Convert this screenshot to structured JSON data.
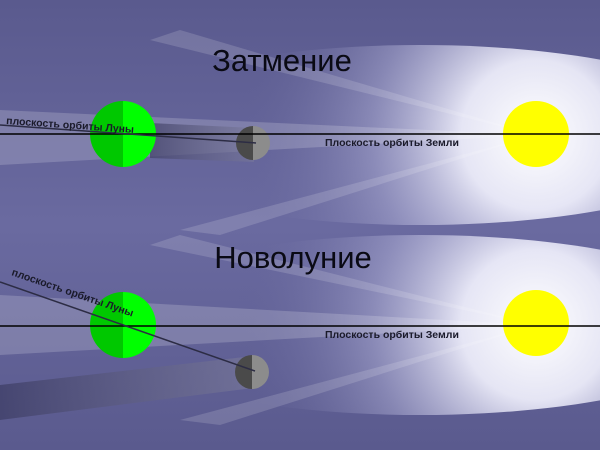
{
  "panels": [
    {
      "title": "Затмение",
      "moon_orbit_label": "плоскость орбиты Луны",
      "earth_orbit_label": "Плоскость орбиты Земли"
    },
    {
      "title": "Новолуние",
      "moon_orbit_label": "плоскость орбиты Луны",
      "earth_orbit_label": "Плоскость орбиты Земли"
    }
  ],
  "colors": {
    "background": "#5c5c92",
    "earth_light": "#00ff00",
    "earth_dark": "#00c800",
    "sun": "#ffff00",
    "moon_light": "#8c8c8c",
    "moon_dark": "#4a4a4a",
    "orbit_line": "#000000"
  }
}
